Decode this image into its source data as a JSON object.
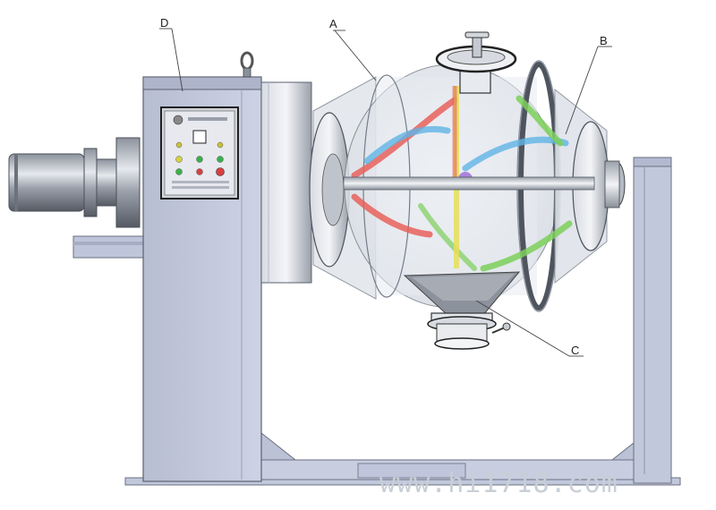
{
  "labels": {
    "a": "A",
    "b": "B",
    "c": "C",
    "d": "D"
  },
  "watermark": "www.hi1718.com",
  "colors": {
    "frame": "#c2c8dc",
    "frame_stroke": "#6a6f80",
    "vessel_glass": "#e4e8ee",
    "ribbon_red": "#e8625c",
    "ribbon_blue": "#5fb4e6",
    "ribbon_green": "#7ccf5a",
    "ribbon_yellow": "#e6e05a",
    "ribbon_purple": "#a070d8"
  },
  "icons": {
    "control_panel": "control-panel-icon",
    "lifting_eye": "lifting-eye-icon",
    "hand_wheel": "hand-wheel-icon"
  }
}
